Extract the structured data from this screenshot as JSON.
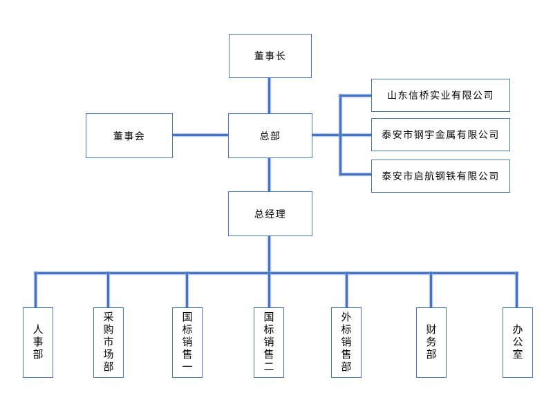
{
  "diagram": {
    "type": "org-chart",
    "background_color": "#ffffff",
    "line_color": "#4472C4",
    "box_border_color": "#4472C4",
    "text_color": "#000000",
    "nodes": {
      "chairman": "董事长",
      "board": "董事会",
      "headquarters": "总部",
      "general_manager": "总经理"
    },
    "subsidiaries": [
      "山东信桥实业有限公司",
      "泰安市钢宇金属有限公司",
      "泰安市启航钢铁有限公司"
    ],
    "departments": [
      "人事部",
      "采购市场部",
      "国标销售一",
      "国标销售二",
      "外标销售部",
      "财务部",
      "办公室"
    ],
    "relations": [
      [
        "董事长",
        "总部"
      ],
      [
        "董事会",
        "总部"
      ],
      [
        "总部",
        "山东信桥实业有限公司"
      ],
      [
        "总部",
        "泰安市钢宇金属有限公司"
      ],
      [
        "总部",
        "泰安市启航钢铁有限公司"
      ],
      [
        "总部",
        "总经理"
      ],
      [
        "总经理",
        "人事部"
      ],
      [
        "总经理",
        "采购市场部"
      ],
      [
        "总经理",
        "国标销售一"
      ],
      [
        "总经理",
        "国标销售二"
      ],
      [
        "总经理",
        "外标销售部"
      ],
      [
        "总经理",
        "财务部"
      ],
      [
        "总经理",
        "办公室"
      ]
    ]
  }
}
